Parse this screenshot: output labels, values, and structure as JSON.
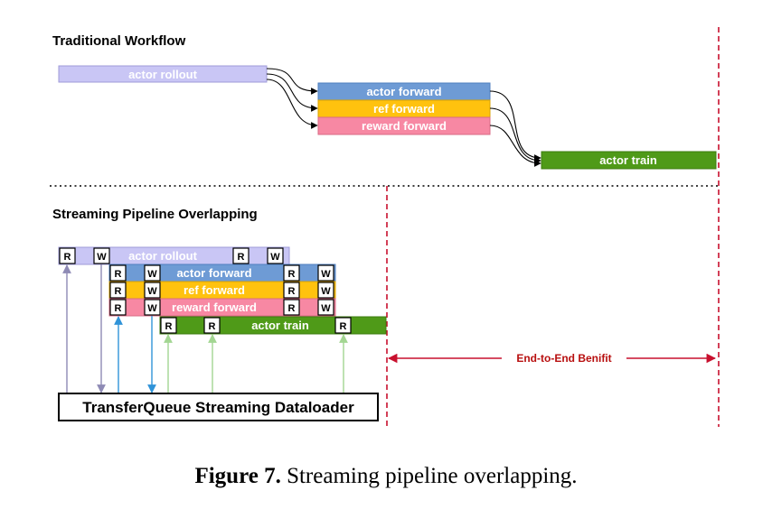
{
  "colors": {
    "rollout": "#c9c6f5",
    "forward": "#6e9bd5",
    "ref": "#ffc20e",
    "reward": "#f788a3",
    "train": "#4f9a18",
    "red_dash": "#c8102e",
    "benefit_text": "#b80f0f",
    "arrow_rollout": "#8e8ab5",
    "arrow_blue": "#2f93d8",
    "arrow_green": "#a3d692"
  },
  "traditional": {
    "title": "Traditional Workflow",
    "rollout": "actor rollout",
    "actor_forward": "actor forward",
    "ref_forward": "ref forward",
    "reward_forward": "reward forward",
    "actor_train": "actor train"
  },
  "streaming": {
    "title": "Streaming Pipeline Overlapping",
    "rollout": "actor rollout",
    "actor_forward": "actor forward",
    "ref_forward": "ref forward",
    "reward_forward": "reward forward",
    "actor_train": "actor train",
    "read_tag": "R",
    "write_tag": "W",
    "dataloader": "TransferQueue Streaming Dataloader",
    "benefit": "End-to-End Benifit"
  },
  "caption": {
    "label": "Figure 7.",
    "text": " Streaming pipeline overlapping."
  }
}
